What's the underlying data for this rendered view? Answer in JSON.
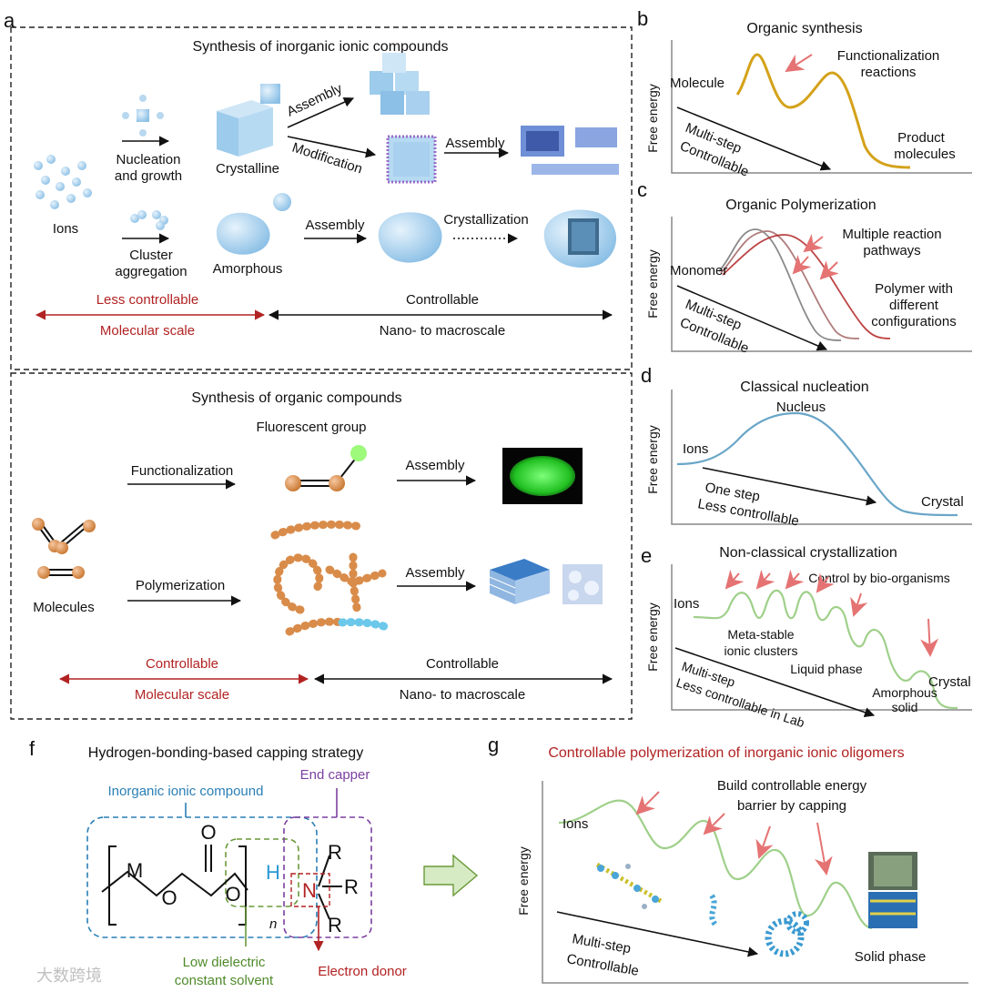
{
  "panel_labels": {
    "a": "a",
    "b": "b",
    "c": "c",
    "d": "d",
    "e": "e",
    "f": "f",
    "g": "g"
  },
  "a_top": {
    "title": "Synthesis of inorganic ionic compounds",
    "ions": "Ions",
    "nucleation": [
      "Nucleation",
      "and growth"
    ],
    "cluster": [
      "Cluster",
      "aggregation"
    ],
    "crystalline": "Crystalline",
    "amorphous": "Amorphous",
    "assembly": "Assembly",
    "modification": "Modification",
    "crystallization": "Crystallization",
    "less_controllable": "Less controllable",
    "molecular_scale": "Molecular scale",
    "controllable": "Controllable",
    "nano_macro": "Nano- to macroscale"
  },
  "a_bottom": {
    "title": "Synthesis of organic compounds",
    "fluorescent": "Fluorescent group",
    "functionalization": "Functionalization",
    "assembly": "Assembly",
    "molecules": "Molecules",
    "polymerization": "Polymerization",
    "controllable": "Controllable",
    "molecular_scale": "Molecular scale",
    "nano_macro": "Nano- to macroscale"
  },
  "b": {
    "title": "Organic synthesis",
    "ylabel": "Free energy",
    "molecule": "Molecule",
    "func": [
      "Functionalization",
      "reactions"
    ],
    "product": [
      "Product",
      "molecules"
    ],
    "multistep": [
      "Multi-step",
      "Controllable"
    ]
  },
  "c": {
    "title": "Organic Polymerization",
    "ylabel": "Free energy",
    "monomer": "Monomer",
    "pathways": [
      "Multiple reaction",
      "pathways"
    ],
    "polymer": [
      "Polymer with",
      "different",
      "configurations"
    ],
    "multistep": [
      "Multi-step",
      "Controllable"
    ]
  },
  "d": {
    "title": "Classical nucleation",
    "ylabel": "Free energy",
    "nucleus": "Nucleus",
    "ions": "Ions",
    "crystal": "Crystal",
    "onestep": [
      "One step",
      "Less controllable"
    ]
  },
  "e": {
    "title": "Non-classical crystallization",
    "ylabel": "Free energy",
    "ions": "Ions",
    "control": "Control by bio-organisms",
    "metastable": [
      "Meta-stable",
      "ionic clusters"
    ],
    "liquid": "Liquid phase",
    "amorphous": [
      "Amorphous",
      "solid"
    ],
    "crystal": "Crystal",
    "multistep": [
      "Multi-step",
      "Less controllable in Lab"
    ]
  },
  "f": {
    "title": "Hydrogen-bonding-based capping strategy",
    "inorganic": "Inorganic ionic compound",
    "end_capper": "End capper",
    "M": "M",
    "O1": "O",
    "O2": "O",
    "O3": "O",
    "H": "H",
    "N": "N",
    "R1": "R",
    "R2": "R",
    "R3": "R",
    "n": "n",
    "low_dielectric": [
      "Low dielectric",
      "constant solvent"
    ],
    "electron_donor": "Electron donor"
  },
  "g": {
    "title": "Controllable polymerization of inorganic ionic oligomers",
    "ylabel": "Free energy",
    "ions": "Ions",
    "build": [
      "Build controllable energy",
      "barrier by capping"
    ],
    "multistep": [
      "Multi-step",
      "Controllable"
    ],
    "solid": "Solid phase"
  },
  "watermark": "大数跨境",
  "colors": {
    "gold": "#d4a21a",
    "blue_curve": "#6aa6c8",
    "green_curve": "#9fd08a",
    "red": "#b22222",
    "pink_arrow": "#e57373",
    "sphere_blue": "#a9d0ee",
    "orange": "#d98c4a"
  }
}
